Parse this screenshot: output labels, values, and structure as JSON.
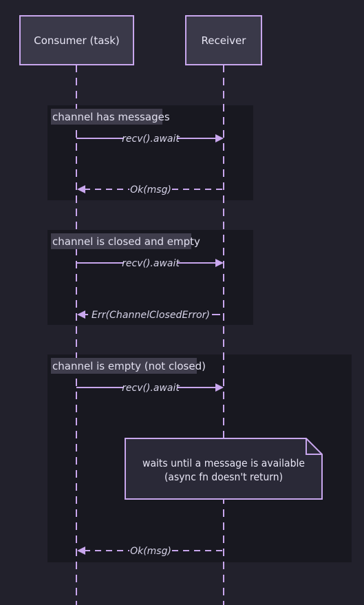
{
  "diagram": {
    "type": "sequence",
    "colors": {
      "background": "#22212c",
      "group_background": "#181820",
      "group_label_background": "#3f3d4c",
      "participant_fill": "#3a3949",
      "accent": "#c9a7ee",
      "text": "#e8e6f5"
    },
    "participants": [
      {
        "id": "consumer",
        "label": "Consumer (task)"
      },
      {
        "id": "receiver",
        "label": "Receiver"
      }
    ],
    "groups": [
      {
        "label": "channel has messages",
        "messages": [
          {
            "from": "consumer",
            "to": "receiver",
            "label": "recv().await",
            "style": "solid"
          },
          {
            "from": "receiver",
            "to": "consumer",
            "label": "Ok(msg)",
            "style": "dashed"
          }
        ]
      },
      {
        "label": "channel is closed and empty",
        "messages": [
          {
            "from": "consumer",
            "to": "receiver",
            "label": "recv().await",
            "style": "solid"
          },
          {
            "from": "receiver",
            "to": "consumer",
            "label": "Err(ChannelClosedError)",
            "style": "solid"
          }
        ]
      },
      {
        "label": "channel is empty (not closed)",
        "messages": [
          {
            "from": "consumer",
            "to": "receiver",
            "label": "recv().await",
            "style": "solid"
          },
          {
            "from": "receiver",
            "to": "consumer",
            "label": "Ok(msg)",
            "style": "dashed"
          }
        ],
        "note": {
          "lines": [
            "waits until a message is available",
            "(async fn doesn't return)"
          ]
        }
      }
    ]
  }
}
